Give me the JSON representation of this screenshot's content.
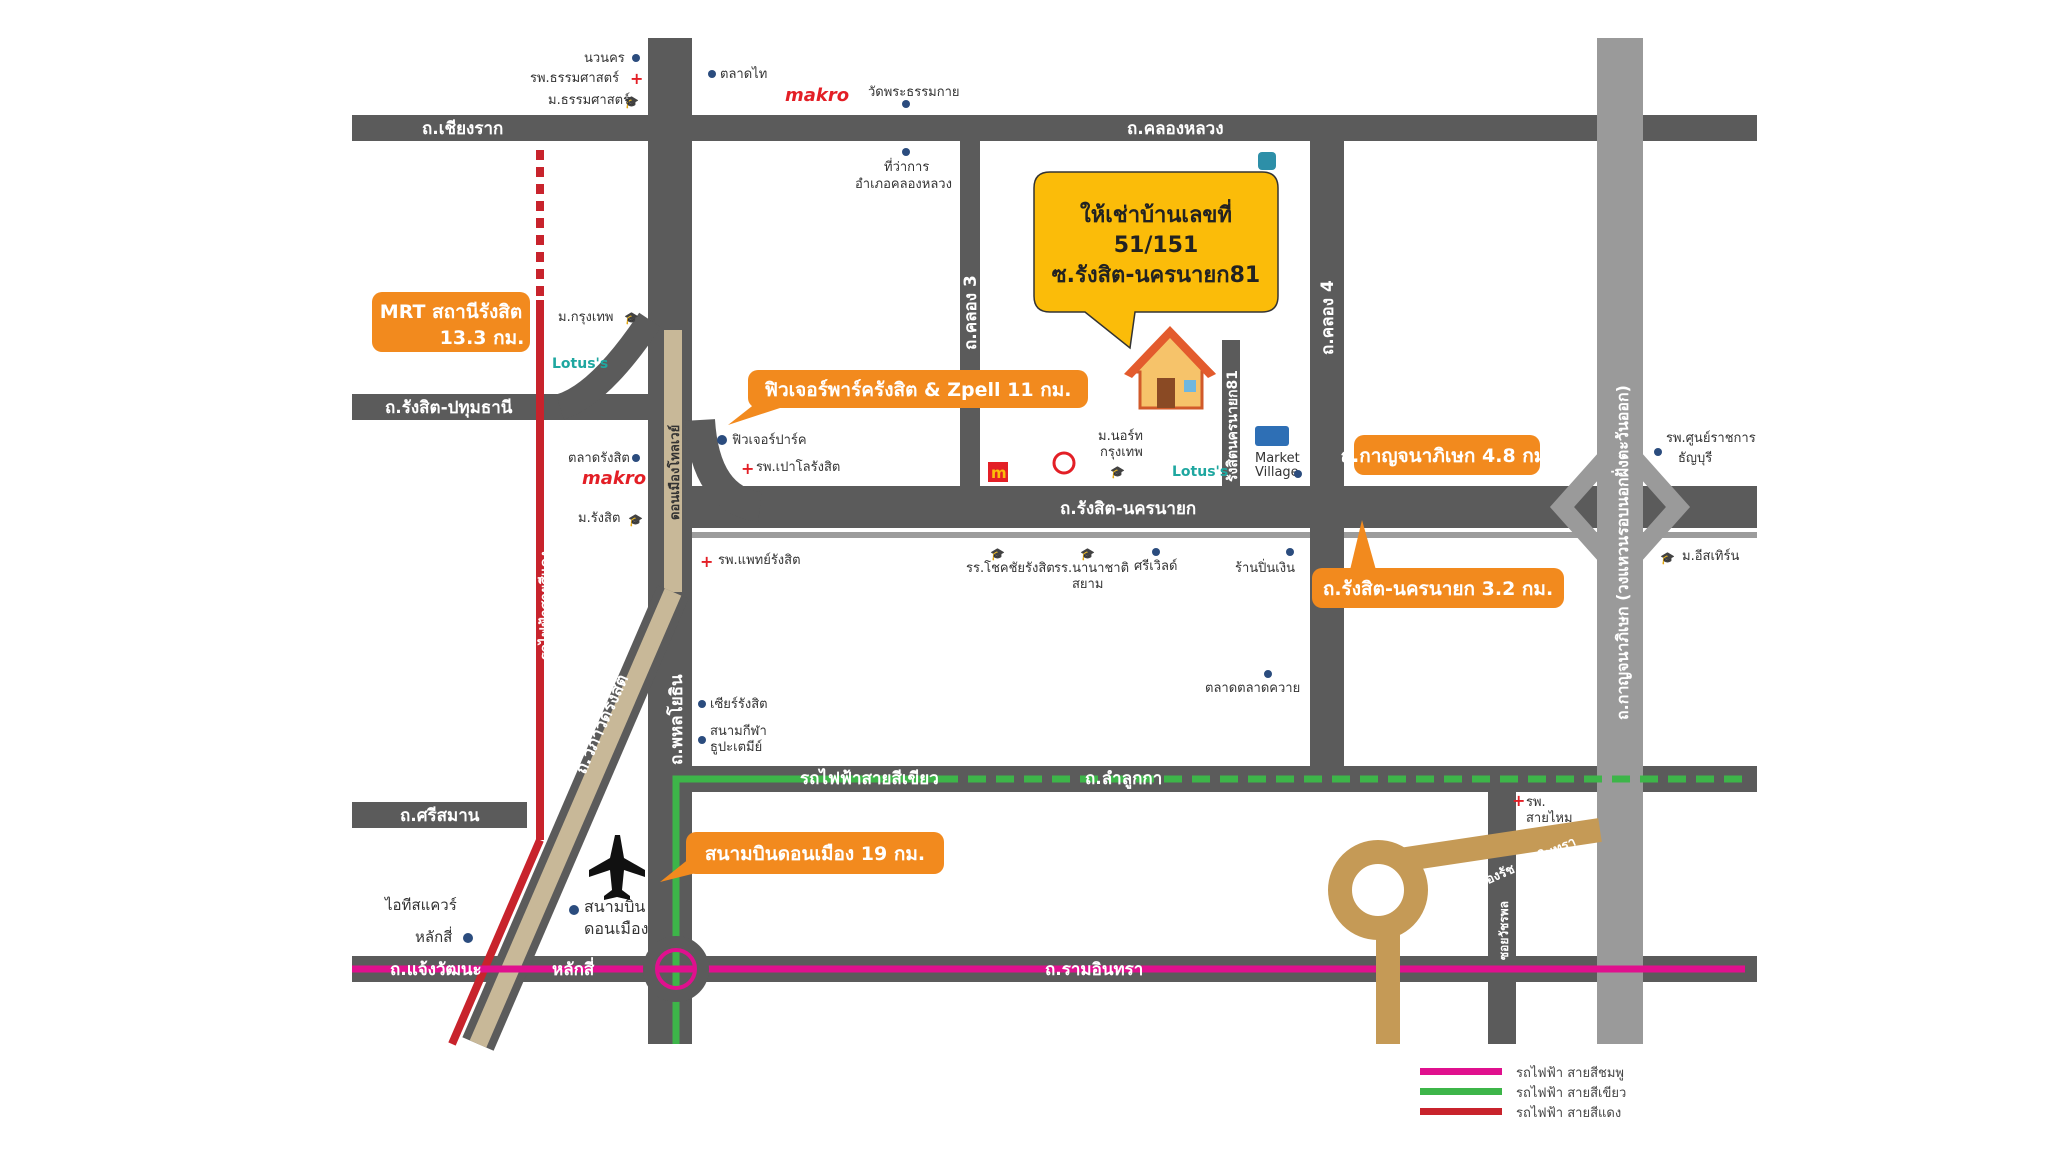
{
  "colors": {
    "road": "#5b5b5b",
    "highway": "#9a9a9a",
    "tollway": "#c8b898",
    "orange": "#f28a1e",
    "bubble": "#fbbc09",
    "red_line": "#c8232c",
    "green_line": "#3db549",
    "pink_line": "#e0108e",
    "gold_loop": "#c59a56",
    "poi_dot": "#2b4c7e"
  },
  "roads": {
    "chiang_rak": "ถ.เชียงราก",
    "khlong_luang": "ถ.คลองหลวง",
    "rangsit_pathum": "ถ.รังสิต-ปทุมธานี",
    "rangsit_nakhon": "ถ.รังสิต-นครนายก",
    "khlong3": "ถ.คลอง 3",
    "khlong4": "ถ.คลอง 4",
    "soi81": "รังสิตนครนายก81",
    "don_mueang_tollway": "ดอนเมืองโทลเวย์",
    "phahonyothin": "ถ.พหลโยธิน",
    "vibhavadi": "ถ.วิภาวดีรังสิต",
    "kanchanaphisek_ring": "ถ.กาญจนาภิเษก (วงแหวนรอบนอกฝั่งตะวันออก)",
    "lam_luk_ka": "ถ.ลำลูกกา",
    "green_line_road": "รถไฟฟ้าสายสีเขียว",
    "si_saman": "ถ.ศรีสมาน",
    "chaeng_watthana": "ถ.แจ้งวัฒนะ",
    "lak_si": "หลักสี่",
    "ram_inthra": "ถ.รามอินทรา",
    "red_line_road": "รถไฟฟ้าสายสีแดง",
    "watcharaphon": "ซอยวัชรพล",
    "expressway": "ทางด่วนฉลองรัช รามอินทรา"
  },
  "pois": {
    "nawanakhon": "นวนคร",
    "thammasat_hosp": "รพ.ธรรมศาสตร์",
    "thammasat_uni": "ม.ธรรมศาสตร์",
    "talad_thai": "ตลาดไท",
    "makro1": "makro",
    "wat": "วัดพระธรรมกาย",
    "district_office1": "ที่ว่าการ",
    "district_office2": "อำเภอคลองหลวง",
    "bangkok_uni": "ม.กรุงเทพ",
    "lotus1": "Lotus's",
    "future_park": "ฟิวเจอร์ปาร์ค",
    "paolo_hosp": "รพ.เปาโลรังสิต",
    "talad_rangsit": "ตลาดรังสิต",
    "makro2": "makro",
    "rangsit_uni": "ม.รังสิต",
    "north_bkk_uni1": "ม.นอร์ท",
    "north_bkk_uni2": "กรุงเทพ",
    "lotus2": "Lotus's",
    "market_village1": "Market",
    "market_village2": "Village",
    "valaya_hosp": "รพ.ศูนย์ราชการ",
    "valaya_hosp2": "ธัญบุรี",
    "phatthanavej": "รพ.แพทย์รังสิต",
    "school1": "รร.โชคชัยรังสิต",
    "school2a": "รร.นานาชาติ",
    "school2b": "สยาม",
    "sriwalai": "ศรีเวิลด์",
    "bookshop": "ร้านปิ่นเงิน",
    "talad_khlong": "ตลาดตลาดควาย",
    "eastern_uni": "ม.อีสเทิร์น",
    "seacon": "เซียร์รังสิต",
    "stadium1": "สนามกีฬา",
    "stadium2": "ธูปะเตมีย์",
    "saimai_hosp1": "รพ.",
    "saimai_hosp2": "สายไหม",
    "it_square1": "ไอทีสแควร์",
    "it_square2": "หลักสี่",
    "airport1": "สนามบิน",
    "airport2": "ดอนเมือง"
  },
  "callouts": {
    "mrt1": "MRT สถานีรังสิต",
    "mrt2": "13.3 กม.",
    "future_park": "ฟิวเจอร์พาร์ครังสิต & Zpell 11 กม.",
    "kanchanaphisek": "ถ.กาญจนาภิเษก 4.8 กม.",
    "rangsit_nakhon": "ถ.รังสิต-นครนายก 3.2 กม.",
    "don_mueang": "สนามบินดอนเมือง 19 กม."
  },
  "house_bubble": {
    "line1": "ให้เช่าบ้านเลขที่",
    "line2": "51/151",
    "line3": "ซ.รังสิต-นครนายก81"
  },
  "legend": {
    "pink": "รถไฟฟ้า สายสีชมพู",
    "green": "รถไฟฟ้า สายสีเขียว",
    "red": "รถไฟฟ้า สายสีแดง"
  }
}
